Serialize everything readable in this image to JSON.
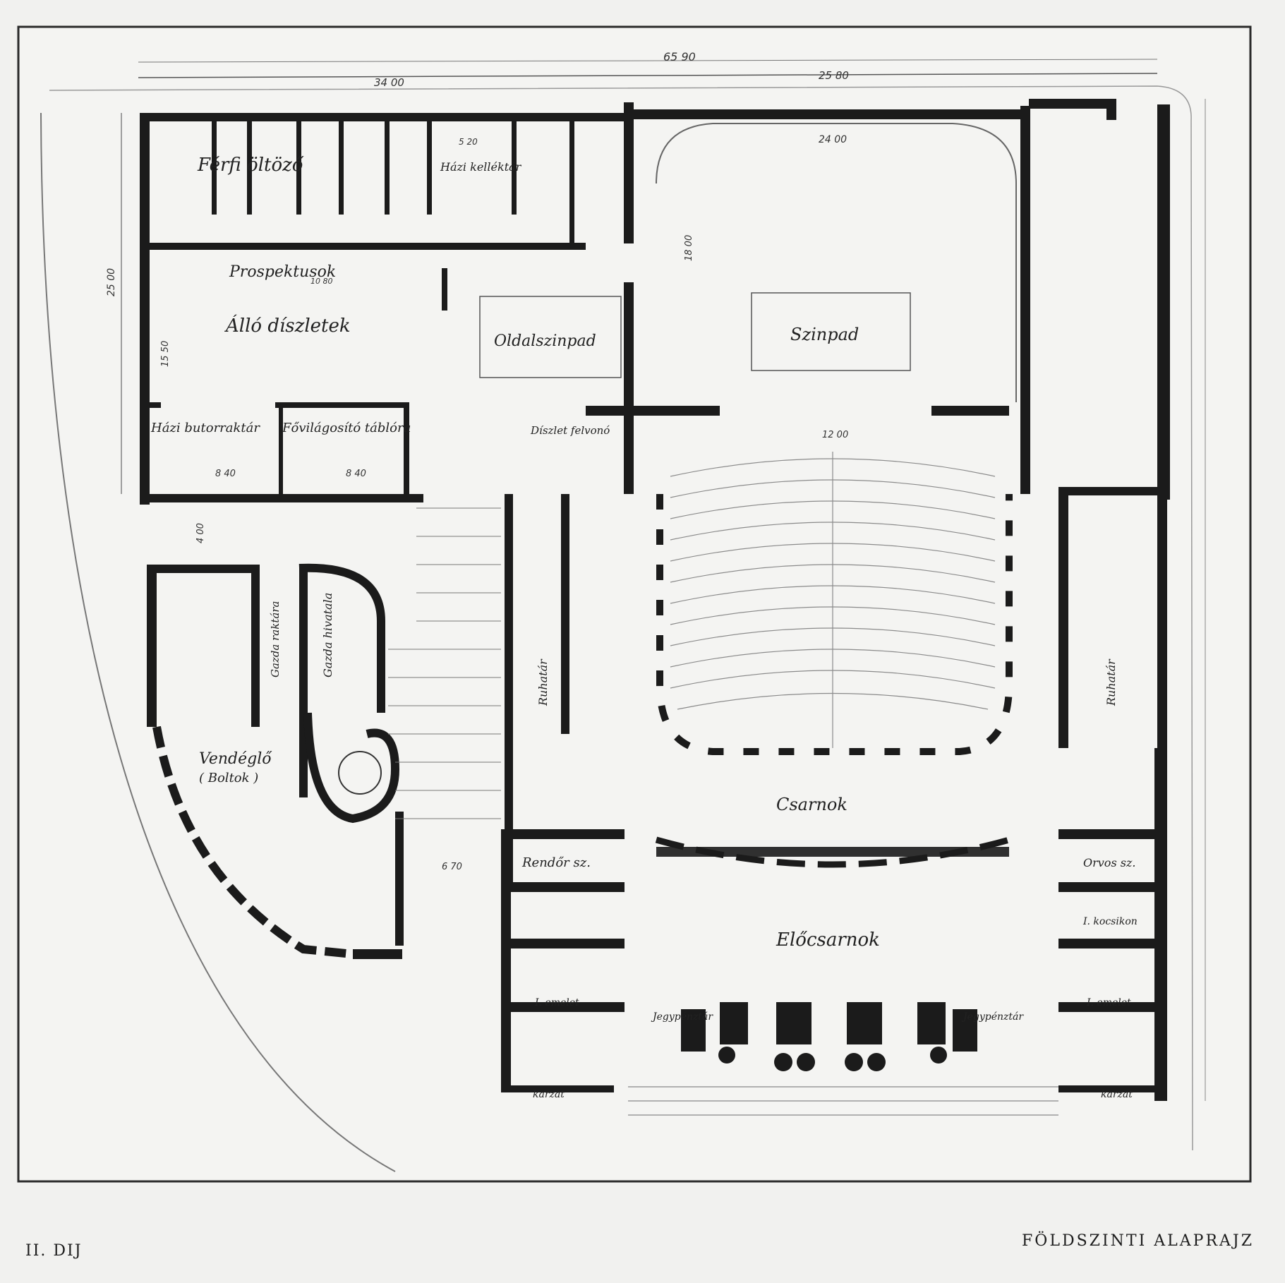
{
  "captions": {
    "prize": "II. DIJ",
    "title": "FÖLDSZINTI ALAPRAJZ"
  },
  "rooms": {
    "szinpad": "Szinpad",
    "oldalszinpad": "Oldalszinpad",
    "prospektusok": "Prospektusok",
    "allo_diszletek": "Álló díszletek",
    "hazi_butorraktar": "Házi butorraktár",
    "feny_tablora": "Fővilágosító táblóra",
    "diszlet_felvono": "Díszlet felvonó",
    "ferfi_oltozo": "Férfi öltöző",
    "hazi_kelleklar": "Házi kelléktár",
    "csarnok": "Csarnok",
    "elocsarnok": "Előcsarnok",
    "vendeglo": "Vendéglő",
    "vendeglo_sub": "( Boltok )",
    "gazda_raktara": "Gazda raktára",
    "gazda_hivatala": "Gazda hivatala",
    "rendor": "Rendőr sz.",
    "jegypenztar_l": "Jegypénztár",
    "jegypenztar_r": "Jegypénztár",
    "karzat_l": "karzat",
    "karzat_r": "karzat",
    "emelet_l": "I. emelet",
    "emelet_r": "I. emelet",
    "orvos": "Orvos sz.",
    "kocsikon": "I. kocsikon",
    "ruhatar_l": "Ruhatár",
    "ruhatar_r": "Ruhatár"
  },
  "dimensions": {
    "total": "65 90",
    "left": "34 00",
    "right": "25 80",
    "stage_w": "24 00",
    "stage_d": "18 00",
    "depth": "25 00",
    "wing": "15 50",
    "store_a": "8 40",
    "store_b": "8 40",
    "stair": "6 70",
    "corr": "4 00",
    "pros": "10 80",
    "kell": "5 20",
    "prosc": "12 00"
  }
}
